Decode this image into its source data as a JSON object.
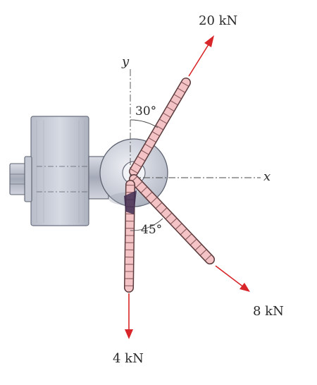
{
  "axes": {
    "x_label": "x",
    "y_label": "y"
  },
  "forces": [
    {
      "magnitude_label": "20 kN"
    },
    {
      "magnitude_label": "8 kN"
    },
    {
      "magnitude_label": "4 kN"
    }
  ],
  "angles": {
    "upper": "30°",
    "lower": "45°"
  },
  "colors": {
    "arrow": "#d8262a",
    "rod_fill": "#f3c3c6",
    "rod_stroke": "#5a3a3c",
    "steel": "#c9cdd8",
    "steel_dark": "#8d93a3",
    "text": "#2a2a2a"
  }
}
